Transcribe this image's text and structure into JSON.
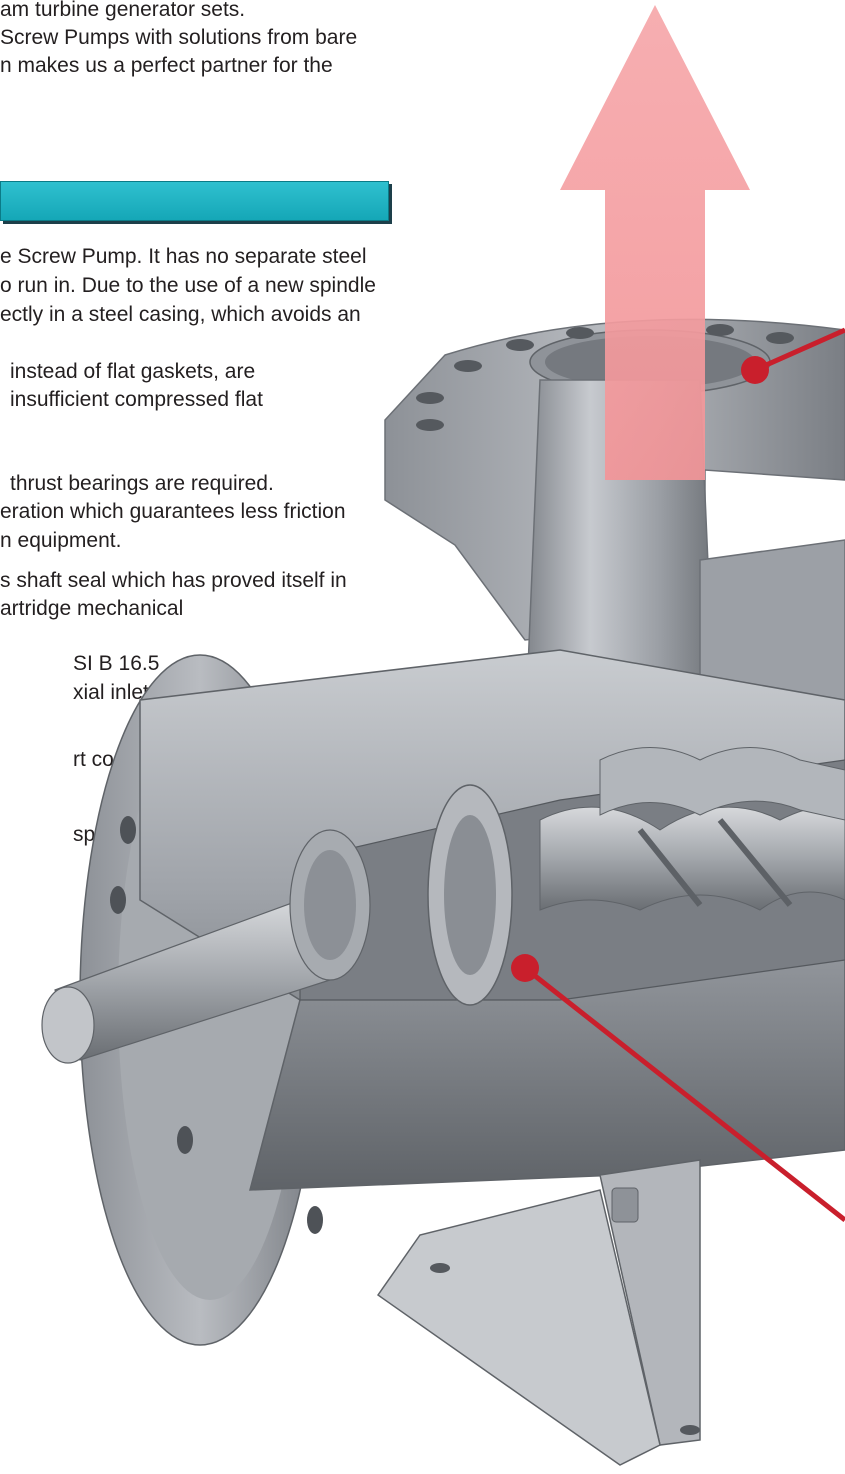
{
  "intro_lines": [
    "am turbine generator sets.",
    "Screw Pumps with solutions from bare",
    "n  makes  us  a  perfect  partner  for  the"
  ],
  "body_lines": [
    "e Screw Pump. It has no separate steel",
    "o run in. Due to the use of a new spindle",
    "ectly in a steel casing, which avoids an",
    "instead of flat gaskets, are",
    "insufficient compressed flat",
    "thrust bearings are required.",
    "eration which guarantees less friction",
    "n equipment.",
    "s shaft seal which has proved itself in",
    "artridge mechanical",
    "SI B 16.5",
    "xial inlet",
    "rt costs",
    "spacer"
  ],
  "colors": {
    "accent_bar": "#1aa9b8",
    "flow_arrow": "#f4a0a2",
    "callout": "#c91f2c",
    "metal": "#9a9ea4"
  }
}
